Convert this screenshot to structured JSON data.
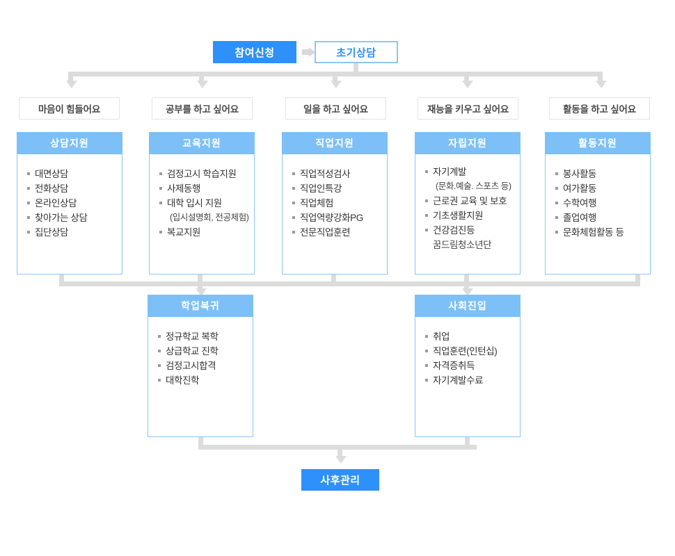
{
  "flow": {
    "start": {
      "label": "참여신청"
    },
    "intake": {
      "label": "초기상담"
    },
    "followup": {
      "label": "사후관리"
    },
    "arrow_icon": "arrow-right-icon",
    "branch_icon": "arrow-down-icon"
  },
  "conditions": [
    {
      "label": "마음이 힘들어요"
    },
    {
      "label": "공부를 하고 싶어요"
    },
    {
      "label": "일을 하고 싶어요"
    },
    {
      "label": "재능을 키우고 싶어요"
    },
    {
      "label": "활동을 하고 싶어요"
    }
  ],
  "categories": [
    {
      "title": "상담지원",
      "items": [
        {
          "text": "대면상담",
          "bullet": true
        },
        {
          "text": "전화상담",
          "bullet": true
        },
        {
          "text": "온라인상담",
          "bullet": true
        },
        {
          "text": "찾아가는 상담",
          "bullet": true
        },
        {
          "text": "집단상담",
          "bullet": true
        }
      ]
    },
    {
      "title": "교육지원",
      "items": [
        {
          "text": "검정고시 학습지원",
          "bullet": true
        },
        {
          "text": "사제동행",
          "bullet": true
        },
        {
          "text": "대학 입시 지원",
          "bullet": true
        },
        {
          "text": "(입시설명회, 전공체험)",
          "bullet": false
        },
        {
          "text": "복교지원",
          "bullet": true
        }
      ]
    },
    {
      "title": "직업지원",
      "items": [
        {
          "text": "직업적성검사",
          "bullet": true
        },
        {
          "text": "직업인특강",
          "bullet": true
        },
        {
          "text": "직업체험",
          "bullet": true
        },
        {
          "text": "직업역량강화PG",
          "bullet": true
        },
        {
          "text": "전문직업훈련",
          "bullet": true
        }
      ]
    },
    {
      "title": "자립지원",
      "items": [
        {
          "text": "자기계발",
          "bullet": true
        },
        {
          "text": "(문화.예술. 스포츠 등)",
          "bullet": false
        },
        {
          "text": "근로권 교육 및 보호",
          "bullet": true
        },
        {
          "text": "기초생활지원",
          "bullet": true
        },
        {
          "text": "건강검진등",
          "bullet": true
        },
        {
          "text": "꿈드림청소년단",
          "bullet": false
        }
      ]
    },
    {
      "title": "활동지원",
      "items": [
        {
          "text": "봉사활동",
          "bullet": true
        },
        {
          "text": "여가활동",
          "bullet": true
        },
        {
          "text": "수학여행",
          "bullet": true
        },
        {
          "text": "졸업여행",
          "bullet": true
        },
        {
          "text": "문화체험활동 등",
          "bullet": true
        }
      ]
    }
  ],
  "outcomes": [
    {
      "title": "학업복귀",
      "items": [
        {
          "text": "정규학교 복학",
          "bullet": true
        },
        {
          "text": "상급학교 진학",
          "bullet": true
        },
        {
          "text": "검정고시합격",
          "bullet": true
        },
        {
          "text": "대학진학",
          "bullet": true
        }
      ]
    },
    {
      "title": "사회진입",
      "items": [
        {
          "text": "취업",
          "bullet": true
        },
        {
          "text": "직업훈련(인턴십)",
          "bullet": true
        },
        {
          "text": "자격증취득",
          "bullet": true
        },
        {
          "text": "자기계발수료",
          "bullet": true
        }
      ]
    }
  ],
  "colors": {
    "primary": "#2e90fa",
    "header": "#7dc0f7",
    "border": "#8ec5f5",
    "connector": "#dcdcdc",
    "condition_border": "#e3e3e3",
    "text_dark": "#333333"
  }
}
